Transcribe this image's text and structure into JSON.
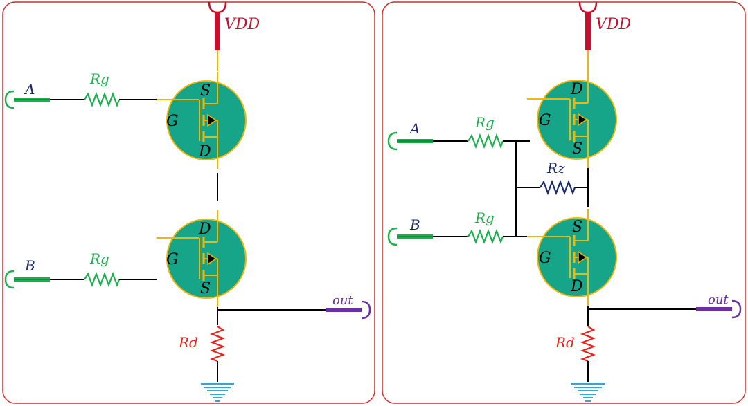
{
  "colors": {
    "frame": "#d42a2a",
    "wire": "#000000",
    "vdd": "#c8102e",
    "gate_resistor": "#1bb04d",
    "rz": "#1a2a6c",
    "rd": "#e8231b",
    "ground": "#2fa7d8",
    "out": "#6a2fa3",
    "transistor_fill": "#17a58a",
    "transistor_stroke": "#f2b705",
    "input_a_label": "#1a2a6c"
  },
  "left": {
    "supply_label": "VDD",
    "input_a_label": "A",
    "input_b_label": "B",
    "rg_top_label": "Rg",
    "rg_bottom_label": "Rg",
    "rd_label": "Rd",
    "out_label": "out",
    "q1": {
      "gate": "G",
      "top": "S",
      "bottom": "D"
    },
    "q2": {
      "gate": "G",
      "top": "D",
      "bottom": "S"
    }
  },
  "right": {
    "supply_label": "VDD",
    "input_a_label": "A",
    "input_b_label": "B",
    "rg_top_label": "Rg",
    "rg_bottom_label": "Rg",
    "rz_label": "Rz",
    "rd_label": "Rd",
    "out_label": "out",
    "q1": {
      "gate": "G",
      "top": "D",
      "bottom": "S"
    },
    "q2": {
      "gate": "G",
      "top": "S",
      "bottom": "D"
    }
  }
}
